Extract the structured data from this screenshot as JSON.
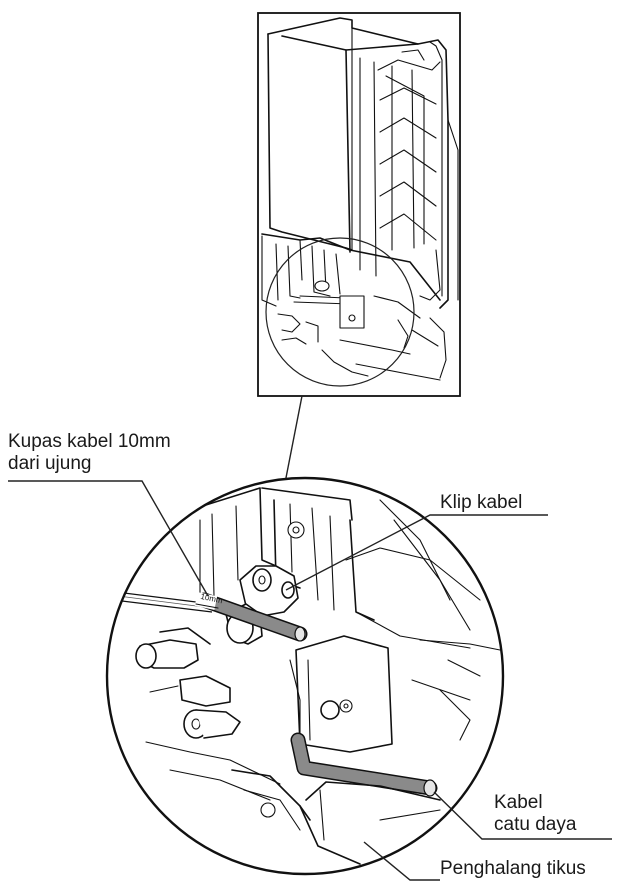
{
  "labels": {
    "strip": "Kupas kabel 10mm",
    "strip_line2": "dari ujung",
    "clip": "Klip kabel",
    "cable": "Kabel",
    "cable_line2": "catu daya",
    "barrier": "Penghalang tikus",
    "dimension": "10mm"
  },
  "colors": {
    "ink": "#111111",
    "cable_fill": "#8a8a8a",
    "background": "#ffffff"
  }
}
